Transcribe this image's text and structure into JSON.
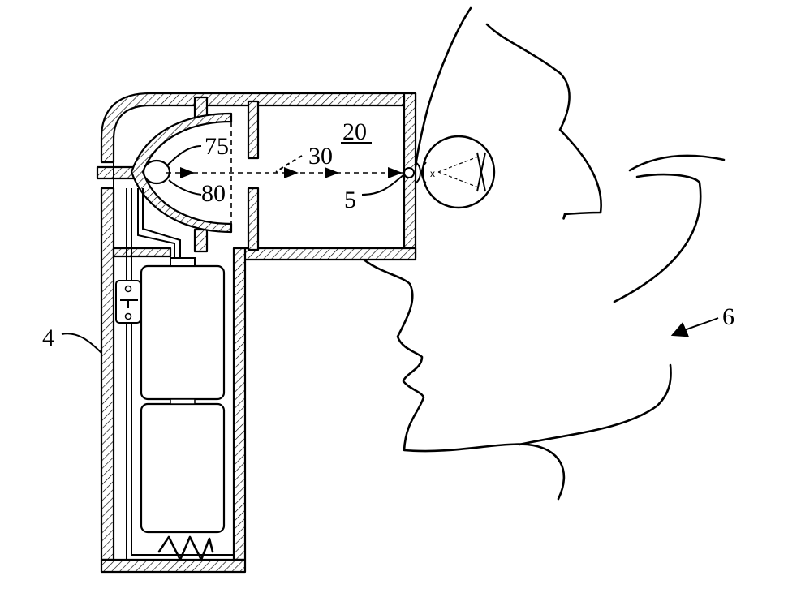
{
  "labels": {
    "device": "4",
    "eye_point": "5",
    "face": "6",
    "chamber": "20",
    "beam": "30",
    "lamp": "75",
    "reflector": "80"
  },
  "colors": {
    "ink": "#000000",
    "background": "#ffffff"
  }
}
